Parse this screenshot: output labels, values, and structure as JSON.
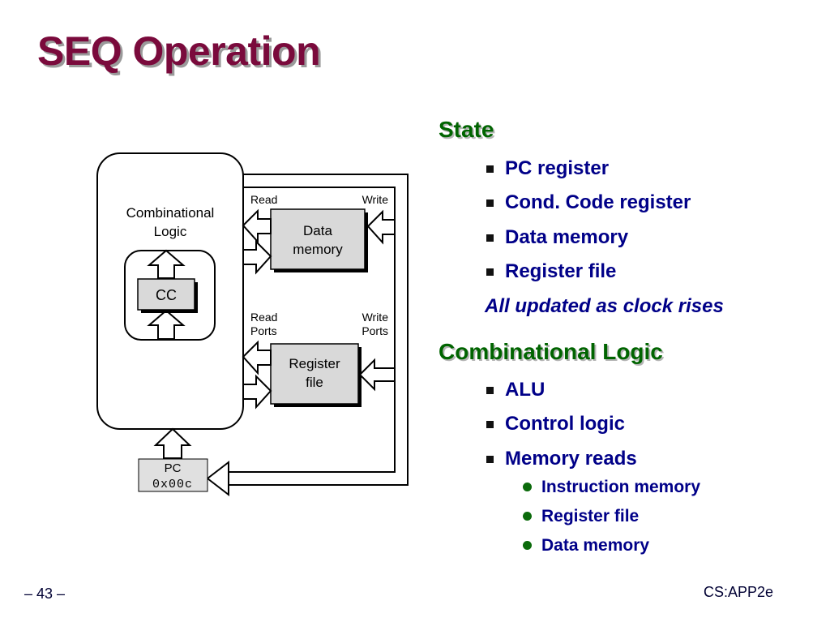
{
  "slide": {
    "title": "SEQ Operation",
    "page_number": "– 43 –",
    "course": "CS:APP2e"
  },
  "diagram": {
    "combinational_logic_line1": "Combinational",
    "combinational_logic_line2": "Logic",
    "cc_label": "CC",
    "data_memory_line1": "Data",
    "data_memory_line2": "memory",
    "read_label": "Read",
    "write_label": "Write",
    "read_ports_line1": "Read",
    "read_ports_line2": "Ports",
    "write_ports_line1": "Write",
    "write_ports_line2": "Ports",
    "register_file_line1": "Register",
    "register_file_line2": "file",
    "pc_label": "PC",
    "pc_value": "0x00c"
  },
  "state": {
    "heading": "State",
    "items": [
      "PC register",
      "Cond. Code register",
      "Data memory",
      "Register file"
    ],
    "note": "All updated as clock rises"
  },
  "combinational": {
    "heading": "Combinational Logic",
    "items": [
      "ALU",
      "Control logic",
      "Memory reads"
    ],
    "sub_items": [
      "Instruction memory",
      "Register file",
      "Data memory"
    ]
  },
  "colors": {
    "title": "#7a0a3c",
    "heading": "#006400",
    "bullet_text": "#000088",
    "box_fill": "#d9d9d9"
  }
}
